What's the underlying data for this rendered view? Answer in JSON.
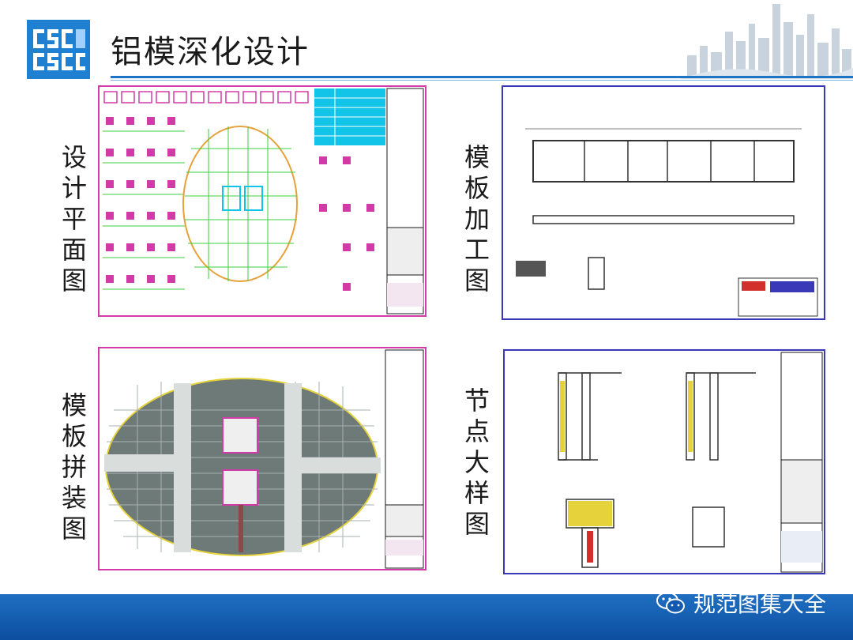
{
  "header": {
    "logo_text": "cSCEc",
    "title": "铝模深化设计"
  },
  "panels": [
    {
      "label": "设计平面图"
    },
    {
      "label": "模板加工图"
    },
    {
      "label": "模板拼装图"
    },
    {
      "label": "节点大样图"
    }
  ],
  "footer": {
    "brand": "规范图集大全"
  },
  "colors": {
    "accent_blue": "#1e74c6",
    "footer_blue": "#1459b0",
    "drawing_magenta": "#d23aa8",
    "drawing_green": "#3fcf3f",
    "drawing_cyan": "#12c5e8",
    "drawing_yellow": "#e6d23a"
  }
}
